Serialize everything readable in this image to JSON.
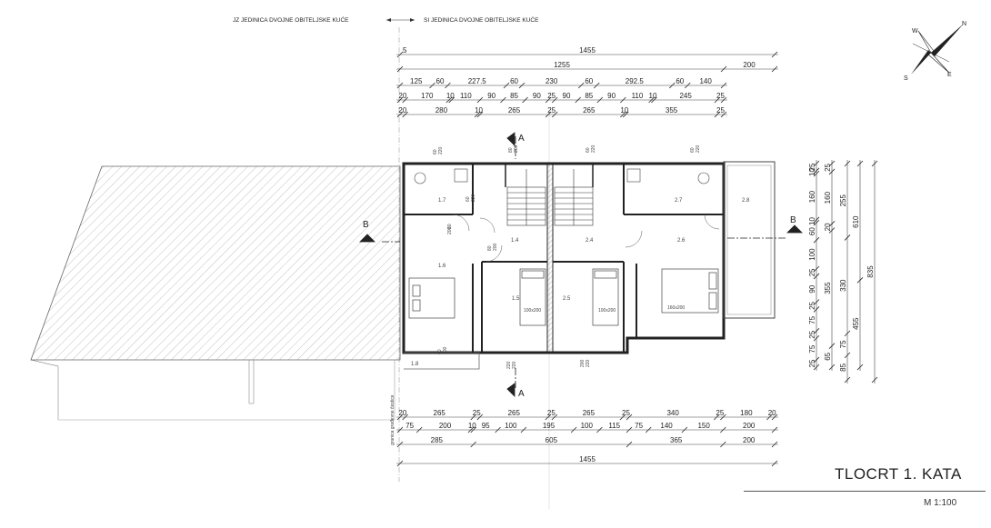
{
  "header": {
    "left_unit": "JZ JEDINICA DVOJNE OBITELJSKE KUĆE",
    "right_unit": "SI JEDINICA DVOJNE OBITELJSKE KUĆE"
  },
  "compass": {
    "n": "N",
    "e": "E",
    "s": "S",
    "w": "W"
  },
  "title": "TLOCRT 1. KATA",
  "scale": "M 1:100",
  "section_markers": {
    "a": "A",
    "b": "B"
  },
  "rooms": {
    "r17": "1.7",
    "r16": "1.6",
    "r14": "1.4",
    "r15": "1.5",
    "r18": "1.8",
    "r24": "2.4",
    "r25": "2.5",
    "r26": "2.6",
    "r27": "2.7",
    "r28": "2.8"
  },
  "beds": {
    "b1": "100x200",
    "b2": "100x200",
    "b3": "160x200"
  },
  "door_tags": [
    "60",
    "220",
    "60",
    "220",
    "80",
    "200",
    "80",
    "200",
    "80",
    "200",
    "80",
    "200",
    "220",
    "220",
    "200",
    "220",
    "60",
    "220",
    "60",
    "220"
  ],
  "boundary_note": "granica građevne čestice",
  "top_dims": {
    "row1": {
      "a": "5",
      "b": "1455"
    },
    "row2": {
      "a": "1255",
      "b": "200"
    },
    "row3": [
      "125",
      "60",
      "227.5",
      "60",
      "230",
      "60",
      "292.5",
      "60",
      "140"
    ],
    "row4": [
      "20",
      "170",
      "10",
      "110",
      "90",
      "85",
      "90",
      "25",
      "90",
      "85",
      "90",
      "110",
      "10",
      "245",
      "25"
    ],
    "row5": [
      "20",
      "280",
      "10",
      "265",
      "25",
      "265",
      "10",
      "355",
      "25"
    ]
  },
  "bottom_dims": {
    "row1": [
      "20",
      "265",
      "25",
      "265",
      "25",
      "265",
      "25",
      "340",
      "25",
      "180",
      "20"
    ],
    "row2": [
      "75",
      "200",
      "10",
      "95",
      "100",
      "195",
      "100",
      "115",
      "75",
      "140",
      "150",
      "200"
    ],
    "row3": [
      "285",
      "605",
      "365",
      "200"
    ],
    "row4": [
      "1455"
    ]
  },
  "right_dims": {
    "c1": [
      "25",
      "10",
      "160",
      "10",
      "60",
      "100",
      "25",
      "90",
      "25",
      "75",
      "25",
      "75",
      "25"
    ],
    "c2": [
      "25",
      "160",
      "20",
      "355",
      "65"
    ],
    "c3": [
      "255",
      "330",
      "75",
      "85"
    ],
    "c4": [
      "610",
      "455"
    ],
    "c5": [
      "835"
    ]
  }
}
